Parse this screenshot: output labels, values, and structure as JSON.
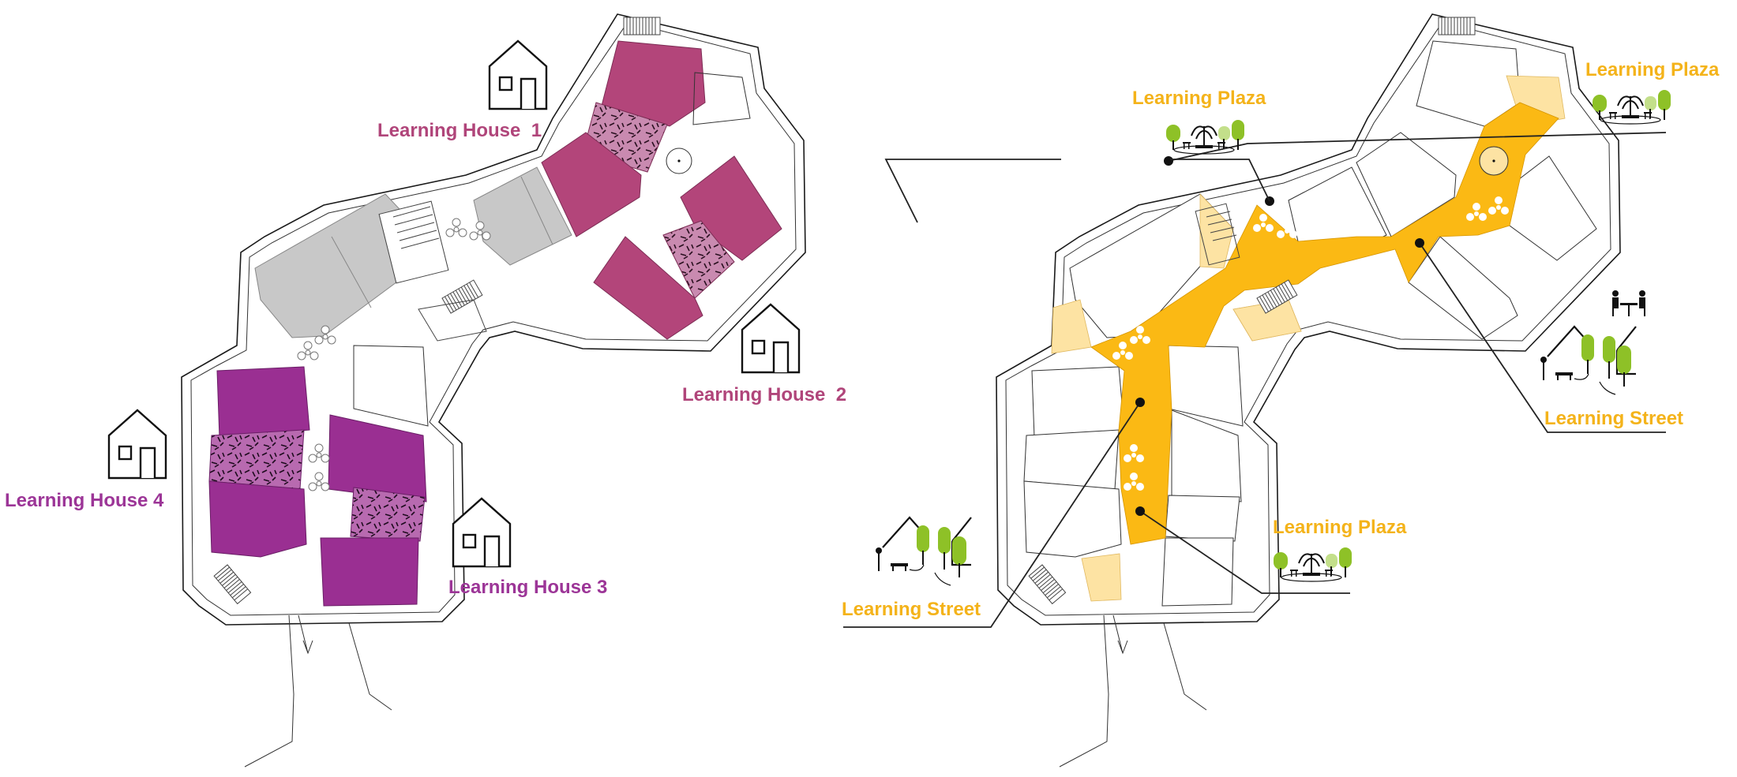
{
  "labels": {
    "house1": "Learning House  1",
    "house2": "Learning House  2",
    "house3": "Learning House 3",
    "house4": "Learning House 4",
    "plaza_top_left": "Learning Plaza",
    "plaza_top_right": "Learning Plaza",
    "plaza_bottom": "Learning Plaza",
    "street_right": "Learning Street",
    "street_left": "Learning Street"
  },
  "colors": {
    "house_pink": "#b0457a",
    "house_purple": "#9c3597",
    "learning_yellow": "#f4b31a",
    "pale_yellow": "#fde3a3",
    "service_gray": "#c8c8c8",
    "tree_green": "#8ec127"
  },
  "icons": {
    "house": "house-outline-icon",
    "plaza": "fountain-plaza-icon",
    "street": "street-with-trees-icon",
    "people": "people-at-table-icon",
    "seating": "seating-cluster-icon",
    "stairs": "stairs-icon"
  }
}
